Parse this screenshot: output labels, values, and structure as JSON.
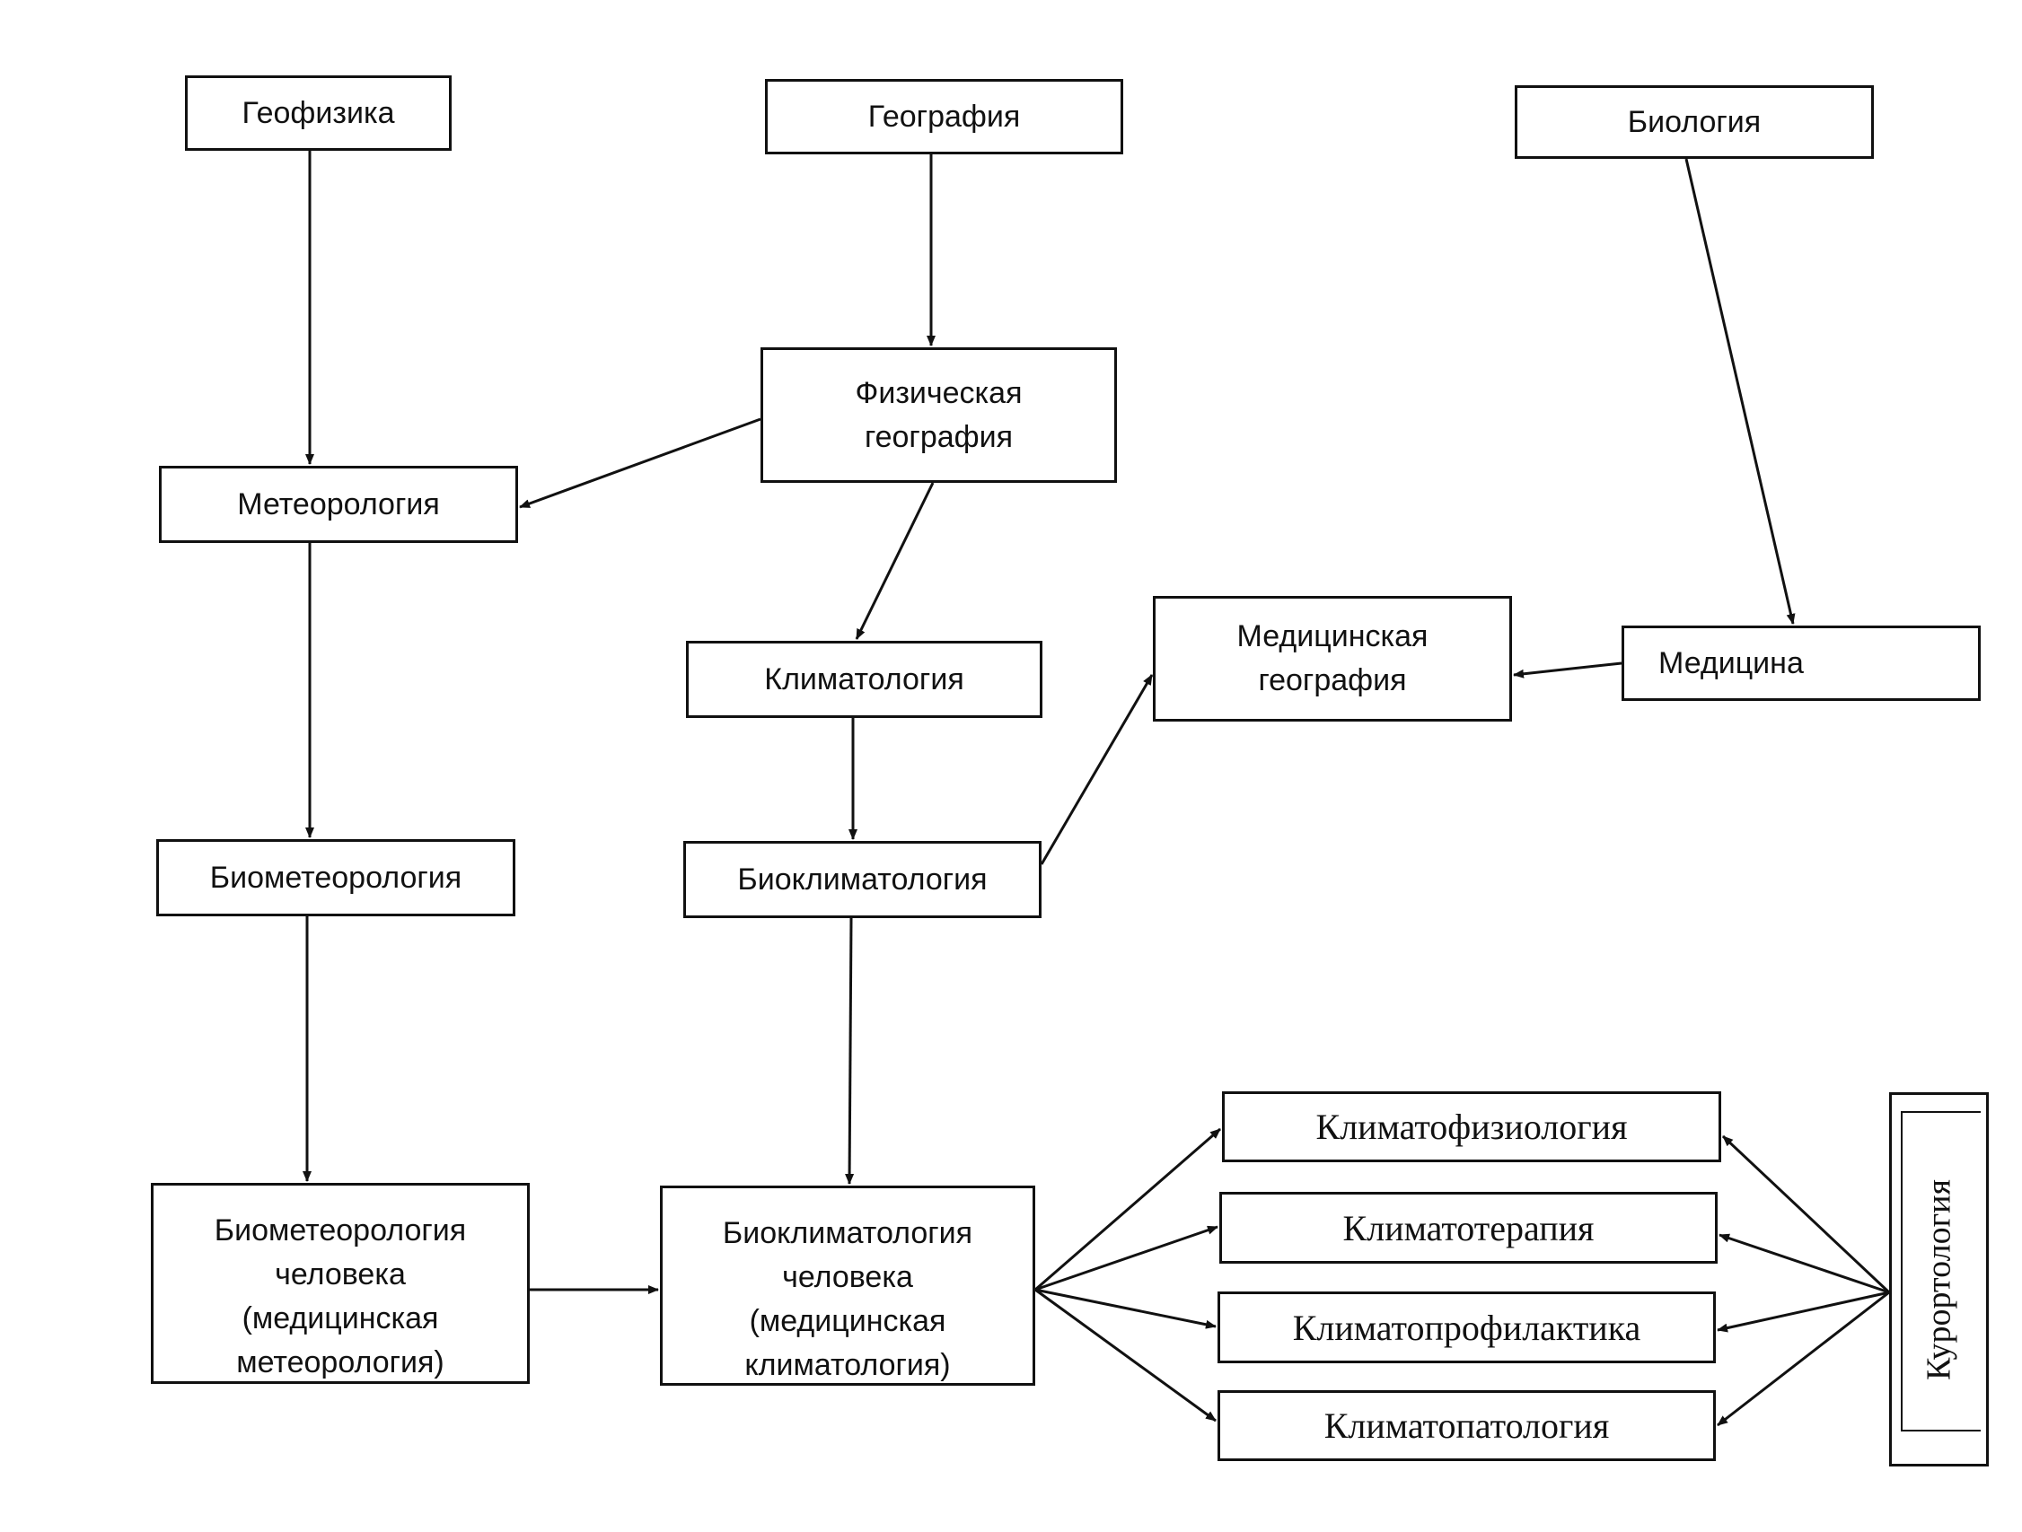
{
  "nodes": {
    "geofizika": {
      "lines": [
        "Геофизика"
      ]
    },
    "geografiya": {
      "lines": [
        "География"
      ]
    },
    "biologiya": {
      "lines": [
        "Биология"
      ]
    },
    "fizicheskaya_geografiya": {
      "lines": [
        "Физическая",
        "география"
      ]
    },
    "meteorologiya": {
      "lines": [
        "Метеорология"
      ]
    },
    "klimatologiya": {
      "lines": [
        "Климатология"
      ]
    },
    "meditsinskaya_geografiya": {
      "lines": [
        "Медицинская",
        "география"
      ]
    },
    "meditsina": {
      "lines": [
        "Медицина"
      ]
    },
    "biometeorologiya": {
      "lines": [
        "Биометеорология"
      ]
    },
    "bioklimatologiya": {
      "lines": [
        "Биоклиматология"
      ]
    },
    "biometeorologiya_cheloveka": {
      "lines": [
        "Биометеорология",
        "человека",
        "(медицинская",
        "метеорология)"
      ]
    },
    "bioklimatologiya_cheloveka": {
      "lines": [
        "Биоклиматология",
        "человека",
        "(медицинская",
        "климатология)"
      ]
    },
    "klimatofiziologiya": {
      "lines": [
        "Климатофизиология"
      ]
    },
    "klimatoterapiya": {
      "lines": [
        "Климатотерапия"
      ]
    },
    "klimatoprofilaktika": {
      "lines": [
        "Климатопрофилактика"
      ]
    },
    "klimatopatologiya": {
      "lines": [
        "Климатопатология"
      ]
    },
    "kurortologiya": {
      "lines": [
        "Курортология"
      ]
    }
  },
  "edges": [
    {
      "from": "geofizika",
      "to": "meteorologiya"
    },
    {
      "from": "geografiya",
      "to": "fizicheskaya_geografiya"
    },
    {
      "from": "biologiya",
      "to": "meditsina"
    },
    {
      "from": "fizicheskaya_geografiya",
      "to": "meteorologiya"
    },
    {
      "from": "fizicheskaya_geografiya",
      "to": "klimatologiya"
    },
    {
      "from": "meditsina",
      "to": "meditsinskaya_geografiya"
    },
    {
      "from": "bioklimatologiya",
      "to": "meditsinskaya_geografiya"
    },
    {
      "from": "meteorologiya",
      "to": "biometeorologiya"
    },
    {
      "from": "klimatologiya",
      "to": "bioklimatologiya"
    },
    {
      "from": "biometeorologiya",
      "to": "biometeorologiya_cheloveka"
    },
    {
      "from": "bioklimatologiya",
      "to": "bioklimatologiya_cheloveka"
    },
    {
      "from": "biometeorologiya_cheloveka",
      "to": "bioklimatologiya_cheloveka"
    },
    {
      "from": "bioklimatologiya_cheloveka",
      "to": "klimatofiziologiya"
    },
    {
      "from": "bioklimatologiya_cheloveka",
      "to": "klimatoterapiya"
    },
    {
      "from": "bioklimatologiya_cheloveka",
      "to": "klimatoprofilaktika"
    },
    {
      "from": "bioklimatologiya_cheloveka",
      "to": "klimatopatologiya"
    },
    {
      "from": "kurortologiya",
      "to": "klimatofiziologiya"
    },
    {
      "from": "kurortologiya",
      "to": "klimatoterapiya"
    },
    {
      "from": "kurortologiya",
      "to": "klimatoprofilaktika"
    },
    {
      "from": "kurortologiya",
      "to": "klimatopatologiya"
    }
  ],
  "colors": {
    "line": "#111111",
    "background": "#ffffff"
  }
}
